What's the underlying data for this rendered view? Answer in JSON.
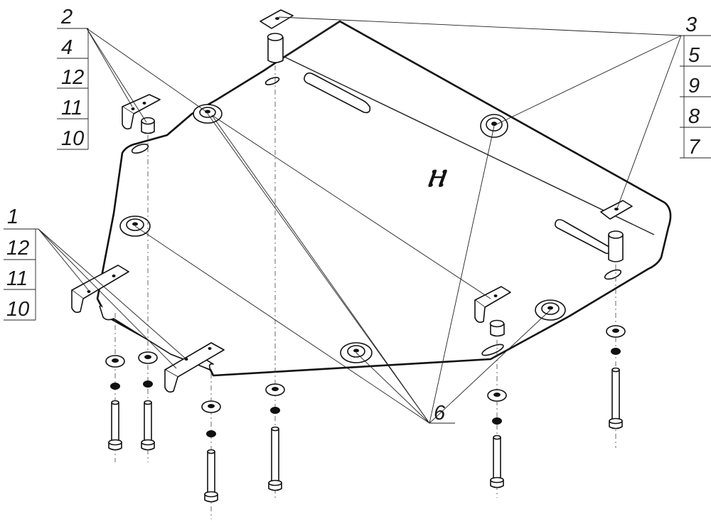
{
  "diagram": {
    "left_top_stack": [
      "2",
      "4",
      "12",
      "11",
      "10"
    ],
    "right_stack": [
      "3",
      "5",
      "9",
      "8",
      "7"
    ],
    "left_bottom_stack": [
      "1",
      "12",
      "11",
      "10"
    ],
    "center_label": "6",
    "plate_logo": "Ⲏ"
  }
}
